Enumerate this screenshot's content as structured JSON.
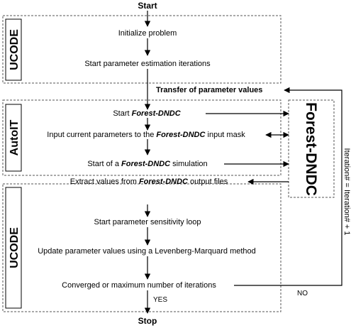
{
  "start": "Start",
  "stop": "Stop",
  "groups": {
    "top": "UCODE",
    "middle": "AutoIT",
    "bottom": "UCODE",
    "model": "Forest-DNDC"
  },
  "steps": {
    "initialize": "Initialize problem",
    "start_iterations": "Start parameter estimation iterations",
    "transfer": "Transfer of parameter values",
    "start_model_pre": "Start ",
    "start_model_em": "Forest-DNDC",
    "input_pre": "Input current parameters to the ",
    "input_em": "Forest-DNDC",
    "input_post": " input mask",
    "simulation_pre": "Start of a ",
    "simulation_em": "Forest-DNDC",
    "simulation_post": " simulation",
    "extract_pre": "Extract values from ",
    "extract_em": "Forest-DNDC",
    "extract_post": " output files",
    "sensitivity": "Start parameter sensitivity loop",
    "update": "Update parameter values using a Levenberg-Marquard method",
    "converged": "Converged or maximum number of iterations"
  },
  "yes_label": "YES",
  "no_label": "NO",
  "loop_label": "Iteration# = Iteration# + 1"
}
